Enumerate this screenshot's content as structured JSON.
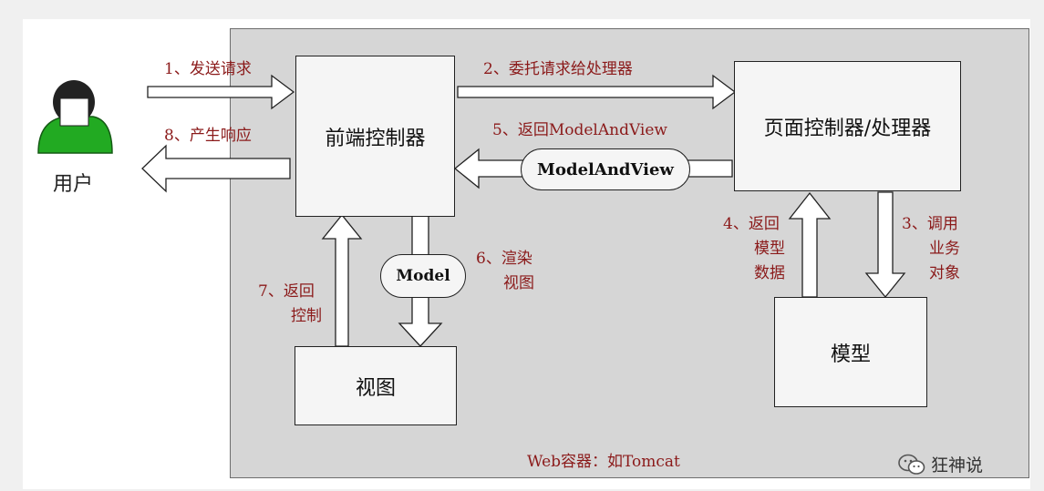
{
  "user": {
    "label": "用户"
  },
  "boxes": {
    "front_controller": "前端控制器",
    "page_controller": "页面控制器/处理器",
    "view": "视图",
    "model": "模型"
  },
  "pills": {
    "model_and_view": "ModelAndView",
    "model": "Model"
  },
  "steps": {
    "s1": "1、发送请求",
    "s2": "2、委托请求给处理器",
    "s3_line1": "3、调用",
    "s3_line2": "业务",
    "s3_line3": "对象",
    "s4_line1": "4、返回",
    "s4_line2": "模型",
    "s4_line3": "数据",
    "s5": "5、返回ModelAndView",
    "s6_line1": "6、渲染",
    "s6_line2": "视图",
    "s7_line1": "7、返回",
    "s7_line2": "控制",
    "s8": "8、产生响应"
  },
  "container_label": "Web容器：如Tomcat",
  "watermark": {
    "text": "狂神说",
    "icon": "wechat-icon"
  },
  "colors": {
    "label_red": "#8b1a1a",
    "user_green": "#22aa22",
    "container_gray": "#d6d6d6"
  }
}
